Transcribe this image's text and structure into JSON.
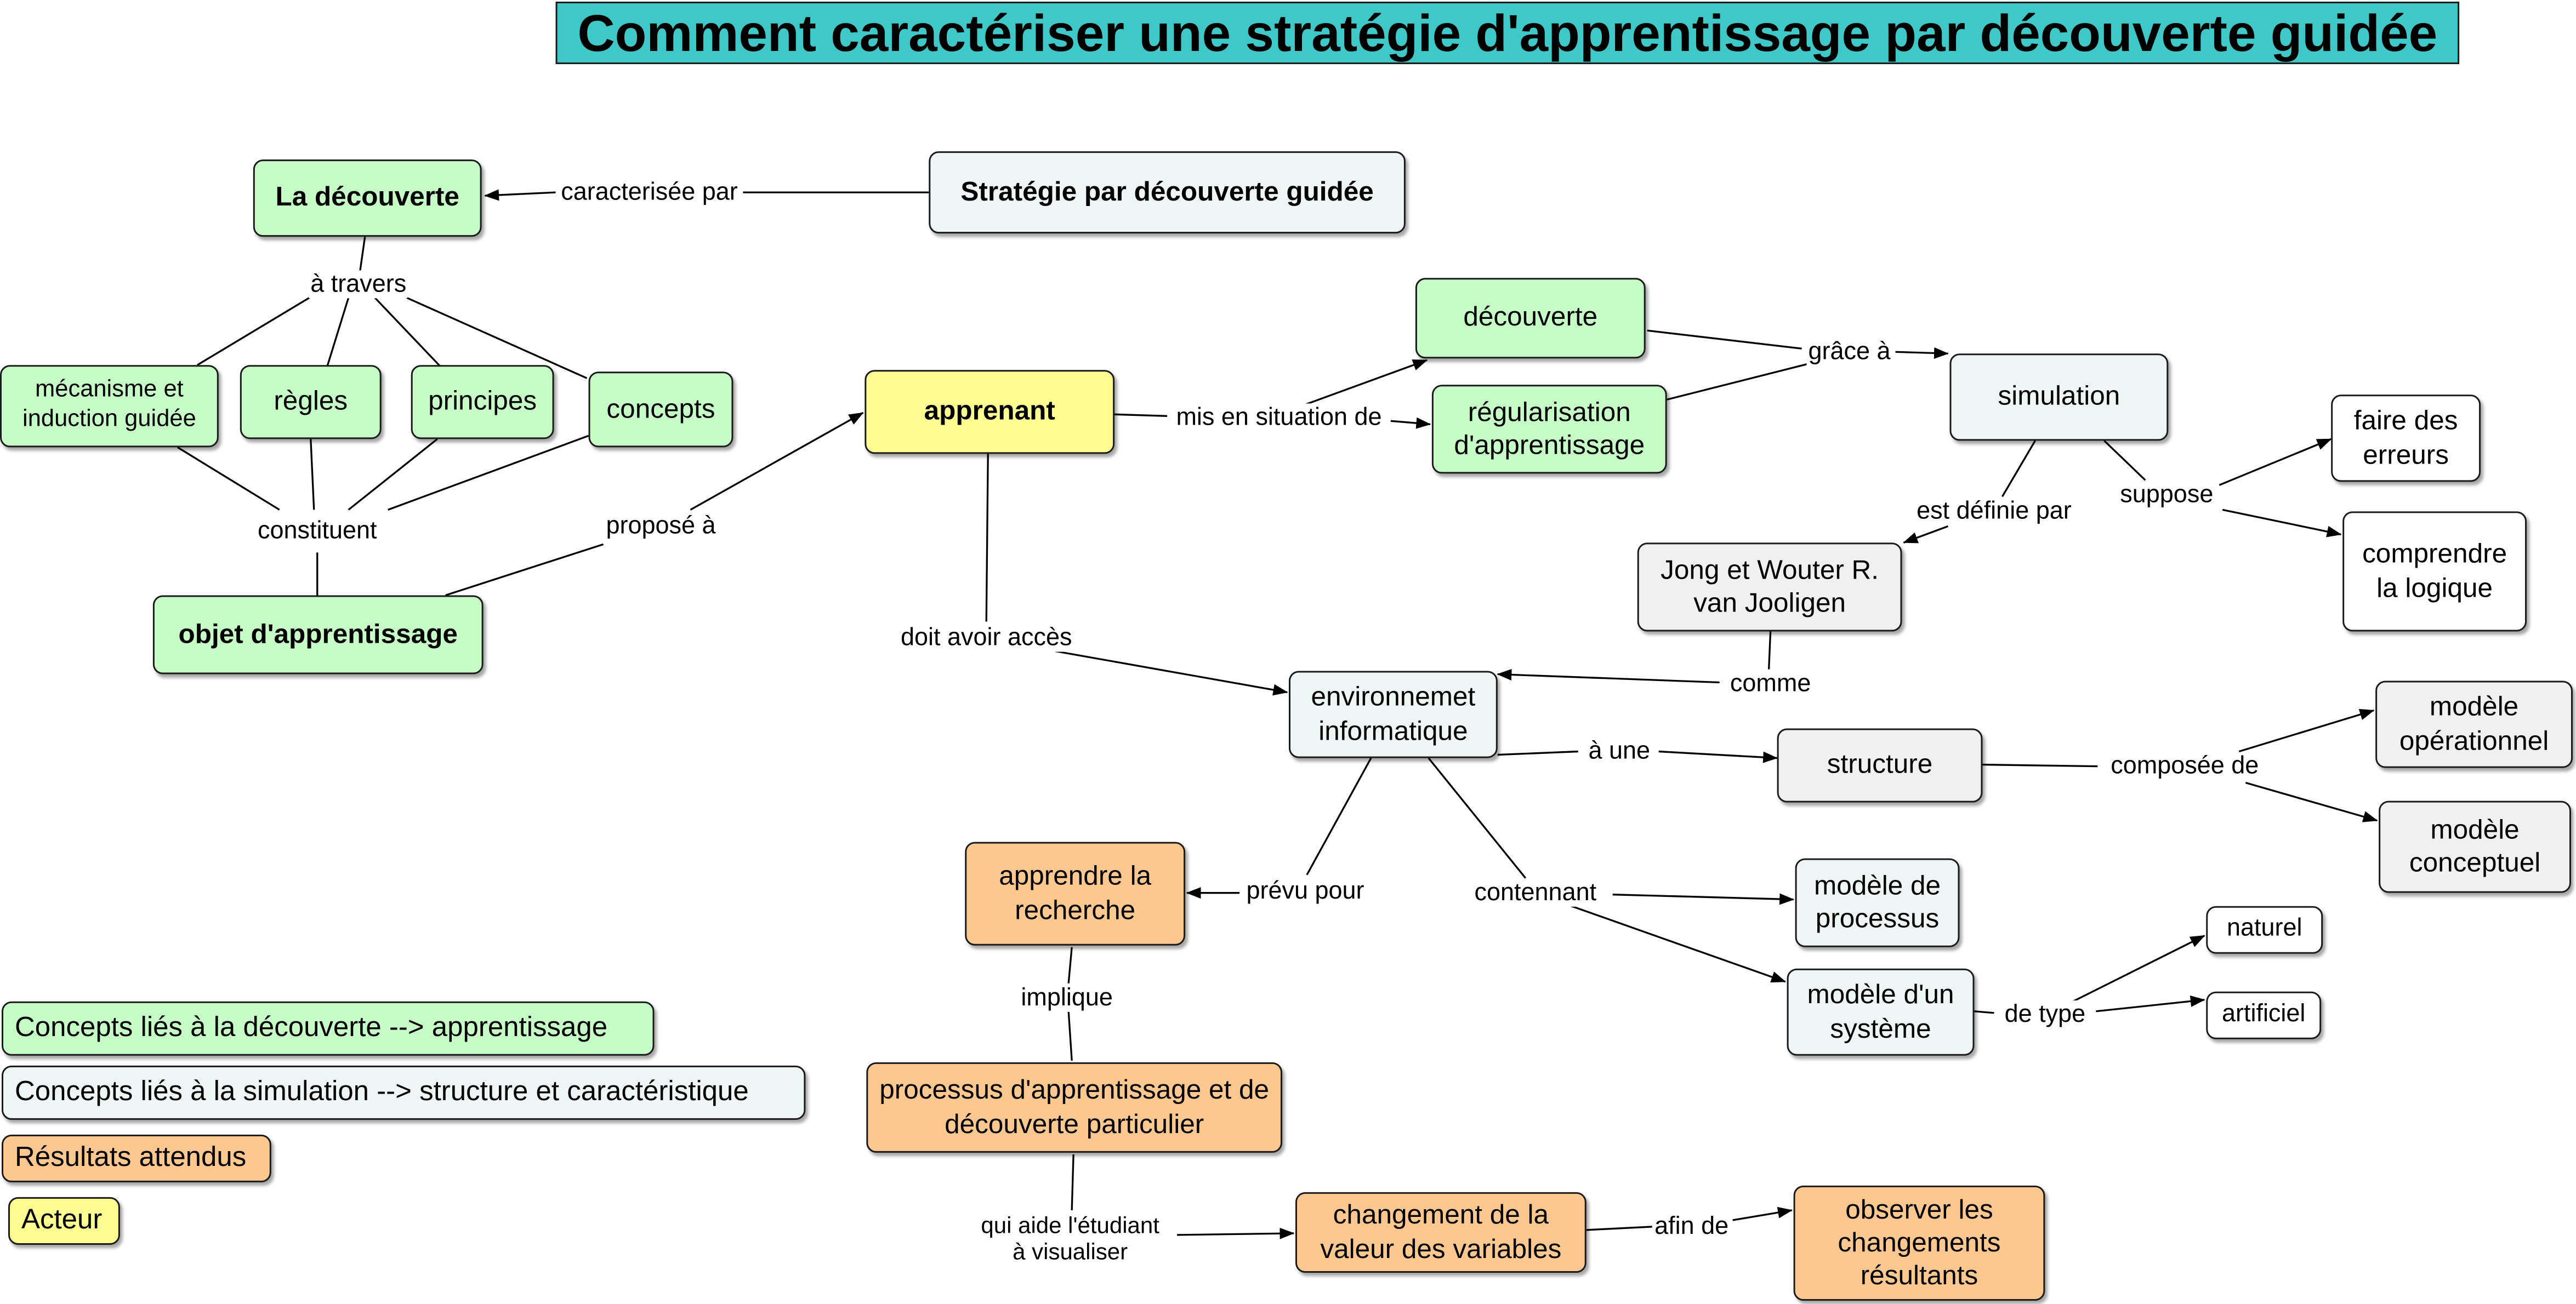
{
  "title": "Comment caractériser une stratégie d'apprentissage par découverte guidée",
  "nodes": {
    "la_decouverte": "La découverte",
    "strategie": "Stratégie par découverte guidée",
    "mecanisme": "mécanisme et induction guidée",
    "regles": "règles",
    "principes": "principes",
    "concepts": "concepts",
    "objet": "objet d'apprentissage",
    "apprenant": "apprenant",
    "decouverte": "découverte",
    "regularisation": "régularisation d'apprentissage",
    "simulation": "simulation",
    "faire_erreurs": "faire des erreurs",
    "comprendre": "comprendre la logique",
    "jong": "Jong et Wouter R. van Jooligen",
    "environnement": "environnemet informatique",
    "structure": "structure",
    "modele_operationnel": "modèle opérationnel",
    "modele_conceptuel": "modèle conceptuel",
    "modele_processus": "modèle de processus",
    "modele_systeme": "modèle d'un système",
    "naturel": "naturel",
    "artificiel": "artificiel",
    "apprendre_recherche": "apprendre la recherche",
    "processus": "processus d'apprentissage et de découverte particulier",
    "changement": "changement de la valeur des variables",
    "observer": "observer les changements résultants"
  },
  "links": {
    "caracterisee_par": "caracterisée par",
    "a_travers": "à travers",
    "constituent": "constituent",
    "propose_a": "proposé à",
    "mis_en_situation": "mis en situation de",
    "grace_a": "grâce à",
    "suppose": "suppose",
    "est_definie_par": "est définie par",
    "comme": "comme",
    "doit_avoir_acces": "doit avoir accès",
    "a_une": "à une",
    "composee_de": "composée de",
    "contenant": "contennant",
    "de_type": "de type",
    "prevu_pour": "prévu pour",
    "implique": "implique",
    "qui_aide_1": "qui aide l'étudiant",
    "qui_aide_2": "à visualiser",
    "afin_de": "afin de"
  },
  "legend": {
    "green": "Concepts liés à la découverte --> apprentissage",
    "blue": "Concepts liés à la simulation --> structure et caractéristique",
    "orange": "Résultats attendus",
    "yellow": "Acteur"
  },
  "colors": {
    "title": "#3ec8c8",
    "discovery": "#c6fcc6",
    "simulation": "#eef5f5",
    "results": "#fcc890",
    "actor": "#fcfc90"
  }
}
